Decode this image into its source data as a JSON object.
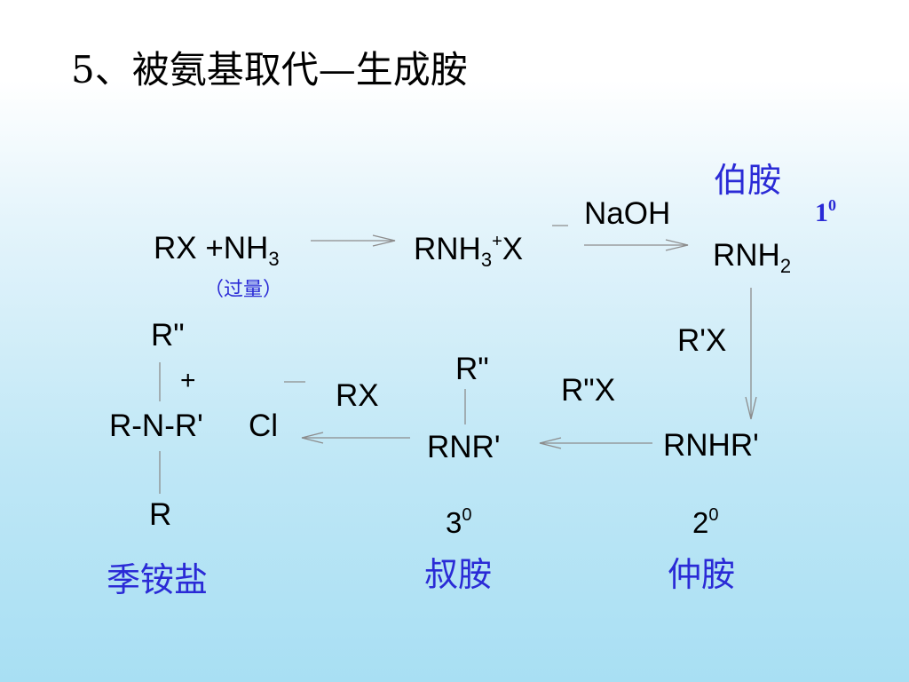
{
  "title": "5、被氨基取代—生成胺",
  "reaction1": {
    "reactant_rx": "RX +NH",
    "reactant_nh3_sub": "3",
    "excess_note": "（过量）",
    "intermediate_main": "RNH",
    "intermediate_sub": "3",
    "intermediate_sup": "+",
    "intermediate_x": "X",
    "reagent": "NaOH",
    "product_main": "RNH",
    "product_sub": "2",
    "product_label": "伯胺",
    "product_degree": "1",
    "product_degree_sup": "0"
  },
  "reaction2": {
    "reagent": "R'X",
    "product": "RNHR'",
    "degree": "2",
    "degree_sup": "0",
    "label": "仲胺"
  },
  "reaction3": {
    "reagent": "R\"X",
    "product_top": "R\"",
    "product": "RNR'",
    "degree": "3",
    "degree_sup": "0",
    "label": "叔胺"
  },
  "reaction4": {
    "reagent": "RX",
    "top_r": "R\"",
    "charge": "+",
    "center": "R-N-R'",
    "anion": "Cl",
    "bottom_r": "R",
    "label": "季铵盐"
  },
  "colors": {
    "label_blue": "#2a2ad6",
    "arrow_gray": "#8c8c8c"
  }
}
